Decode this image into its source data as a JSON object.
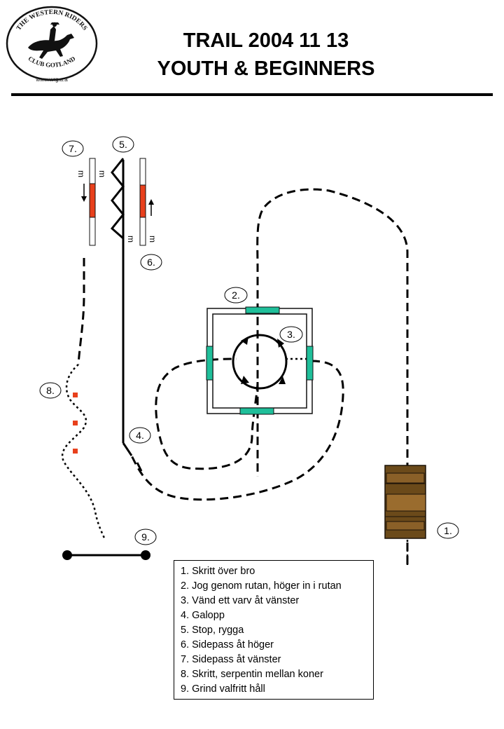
{
  "header": {
    "title_line1": "TRAIL 2004 11 13",
    "title_line2": "YOUTH & BEGINNERS"
  },
  "logo": {
    "top_text": "THE WESTERN RIDERS",
    "bottom_text": "CLUB GOTLAND",
    "url": "www.wrg.a.a",
    "icon": "horse-rider-icon"
  },
  "course": {
    "markers": {
      "m1": "1.",
      "m2": "2.",
      "m3": "3.",
      "m4": "4.",
      "m5": "5.",
      "m6": "6.",
      "m7": "7.",
      "m8": "8.",
      "m9": "9."
    },
    "cone_label": "m",
    "colors": {
      "pole_accent": "#e8401c",
      "box_gate": "#1fbf9a",
      "cone": "#e8401c",
      "bridge": "#6b4a1a"
    }
  },
  "legend": {
    "items": [
      "1. Skritt över bro",
      "2. Jog genom rutan, höger in i rutan",
      "3. Vänd ett varv åt vänster",
      "4. Galopp",
      "5. Stop, rygga",
      "6. Sidepass åt höger",
      "7. Sidepass åt vänster",
      "8. Skritt, serpentin mellan koner",
      "9. Grind valfritt håll"
    ]
  }
}
